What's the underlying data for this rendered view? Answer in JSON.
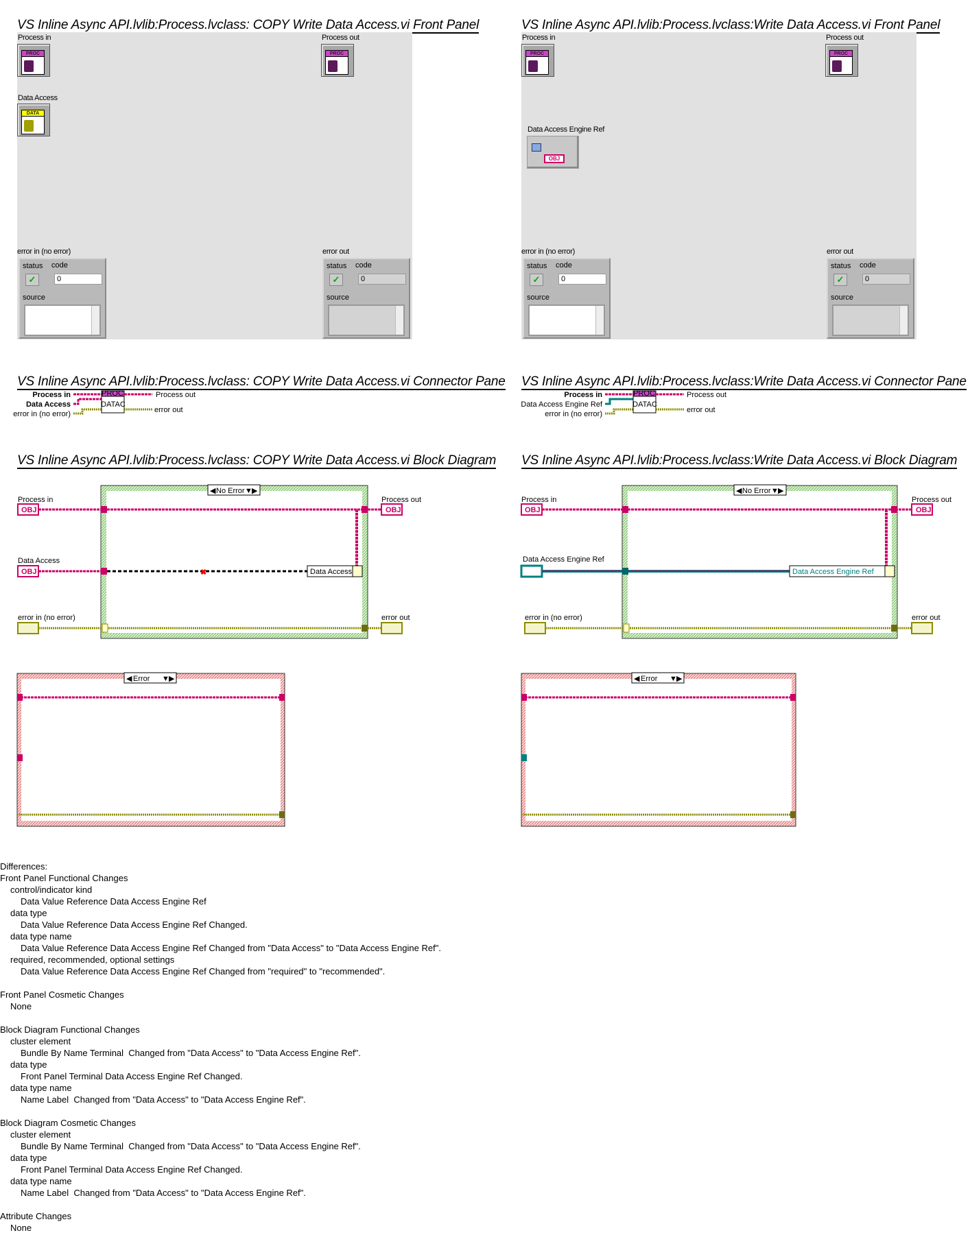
{
  "left": {
    "fp_title": "VS Inline Async API.lvlib:Process.lvclass:  COPY  Write Data Access.vi Front Panel",
    "cp_title": "VS Inline Async API.lvlib:Process.lvclass:  COPY  Write Data Access.vi Connector Pane",
    "bd_title": "VS Inline Async API.lvlib:Process.lvclass:  COPY  Write Data Access.vi Block Diagram",
    "process_in": "Process in",
    "process_out": "Process out",
    "data_input": "Data Access",
    "error_in": "error in (no error)",
    "error_out": "error out",
    "proc_tag": "PROC",
    "data_tag": "DATA",
    "obj_tag": "OBJ",
    "connector_icon_text": "DATAC",
    "bundle_label": "Data Access",
    "case_selector": "No Error",
    "error_case_selector": "Error"
  },
  "right": {
    "fp_title": "VS Inline Async API.lvlib:Process.lvclass:Write Data Access.vi Front Panel",
    "cp_title": "VS Inline Async API.lvlib:Process.lvclass:Write Data Access.vi Connector Pane",
    "bd_title": "VS Inline Async API.lvlib:Process.lvclass:Write Data Access.vi Block Diagram",
    "process_in": "Process in",
    "process_out": "Process out",
    "data_input": "Data Access Engine Ref",
    "error_in": "error in (no error)",
    "error_out": "error out",
    "proc_tag": "PROC",
    "obj_tag": "OBJ",
    "connector_icon_text": "DATAC",
    "bundle_label": "Data Access Engine Ref",
    "case_selector": "No Error",
    "error_case_selector": "Error"
  },
  "error_cluster": {
    "status": "status",
    "code": "code",
    "code_value": "0",
    "source": "source",
    "status_mark": "✓"
  },
  "differences": [
    {
      "indent": 0,
      "text": "Differences:"
    },
    {
      "indent": 0,
      "text": "Front Panel Functional Changes"
    },
    {
      "indent": 1,
      "text": "control/indicator kind"
    },
    {
      "indent": 2,
      "text": "Data Value Reference Data Access Engine Ref"
    },
    {
      "indent": 1,
      "text": "data type"
    },
    {
      "indent": 2,
      "text": "Data Value Reference Data Access Engine Ref Changed."
    },
    {
      "indent": 1,
      "text": "data type name"
    },
    {
      "indent": 2,
      "text": "Data Value Reference Data Access Engine Ref Changed from \"Data Access\" to \"Data Access Engine Ref\"."
    },
    {
      "indent": 1,
      "text": "required, recommended, optional settings"
    },
    {
      "indent": 2,
      "text": "Data Value Reference Data Access Engine Ref Changed from \"required\" to \"recommended\"."
    },
    {
      "indent": 0,
      "text": ""
    },
    {
      "indent": 0,
      "text": "Front Panel Cosmetic Changes"
    },
    {
      "indent": 1,
      "text": "None"
    },
    {
      "indent": 0,
      "text": ""
    },
    {
      "indent": 0,
      "text": "Block Diagram Functional Changes"
    },
    {
      "indent": 1,
      "text": "cluster element"
    },
    {
      "indent": 2,
      "text": "Bundle By Name Terminal  Changed from \"Data Access\" to \"Data Access Engine Ref\"."
    },
    {
      "indent": 1,
      "text": "data type"
    },
    {
      "indent": 2,
      "text": "Front Panel Terminal Data Access Engine Ref Changed."
    },
    {
      "indent": 1,
      "text": "data type name"
    },
    {
      "indent": 2,
      "text": "Name Label  Changed from \"Data Access\" to \"Data Access Engine Ref\"."
    },
    {
      "indent": 0,
      "text": ""
    },
    {
      "indent": 0,
      "text": "Block Diagram Cosmetic Changes"
    },
    {
      "indent": 1,
      "text": "cluster element"
    },
    {
      "indent": 2,
      "text": "Bundle By Name Terminal  Changed from \"Data Access\" to \"Data Access Engine Ref\"."
    },
    {
      "indent": 1,
      "text": "data type"
    },
    {
      "indent": 2,
      "text": "Front Panel Terminal Data Access Engine Ref Changed."
    },
    {
      "indent": 1,
      "text": "data type name"
    },
    {
      "indent": 2,
      "text": "Name Label  Changed from \"Data Access\" to \"Data Access Engine Ref\"."
    },
    {
      "indent": 0,
      "text": ""
    },
    {
      "indent": 0,
      "text": "Attribute Changes"
    },
    {
      "indent": 1,
      "text": "None"
    }
  ],
  "colors": {
    "class_wire": "#cc0066",
    "error_wire": "#8c8c00",
    "ref_wire": "#008080",
    "case_border": "#b5e0a0",
    "error_case_border": "#f0a8a8",
    "panel": "#e1e1e1"
  }
}
